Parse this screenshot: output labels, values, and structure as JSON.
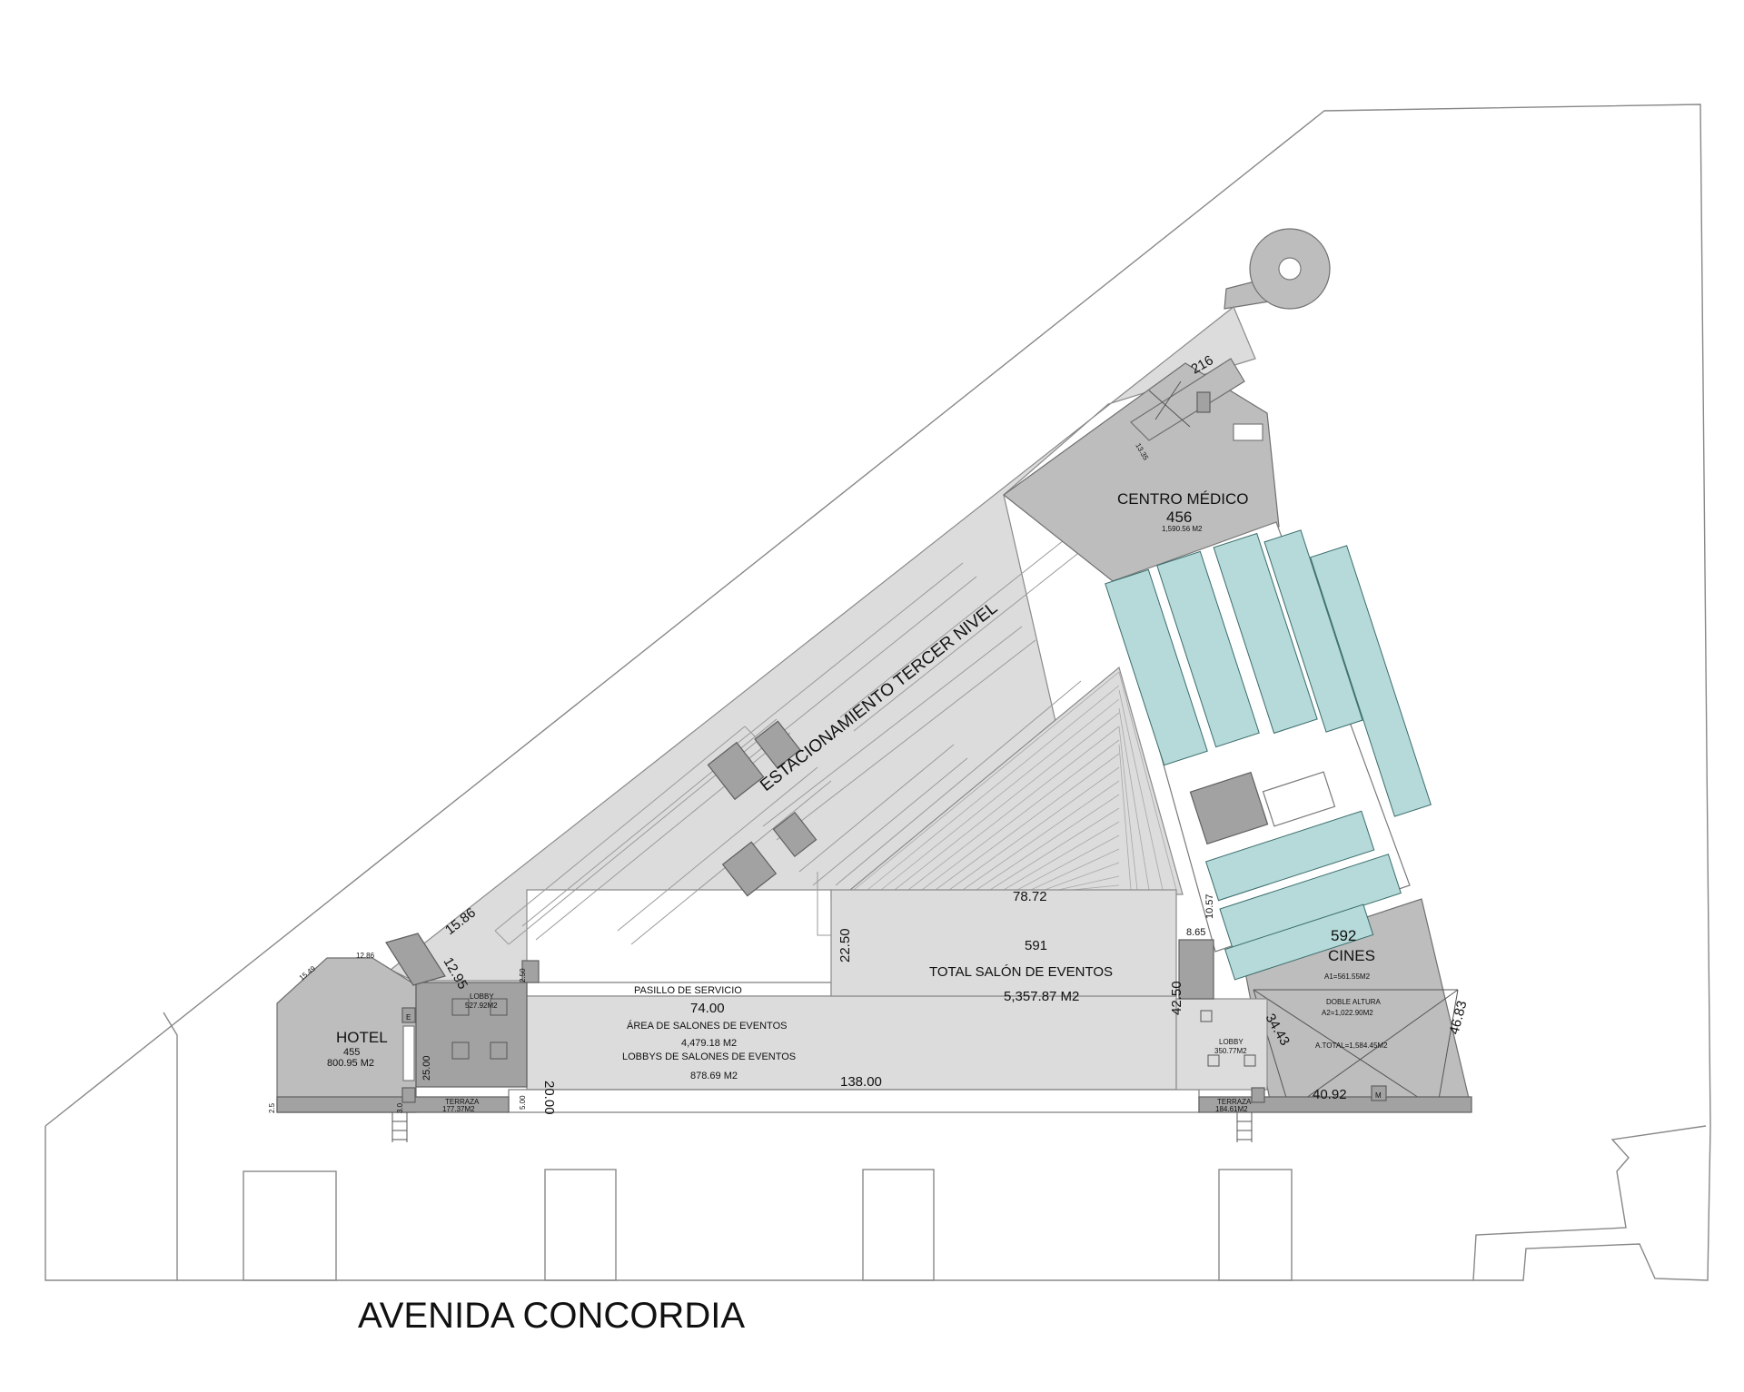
{
  "street": "AVENIDA CONCORDIA",
  "parking": {
    "label": "ESTACIONAMIENTO TERCER NIVEL"
  },
  "medical": {
    "name": "CENTRO MÉDICO",
    "number": "456",
    "area": "1,590.56 M2"
  },
  "unit216": {
    "number": "216"
  },
  "events": {
    "number": "591",
    "title": "TOTAL SALÓN DE EVENTOS",
    "area": "5,357.87 M2",
    "service_corridor": "PASILLO DE SERVICIO",
    "halls_label": "ÁREA DE SALONES DE EVENTOS",
    "halls_area": "4,479.18 M2",
    "lobbies_label": "LOBBYS DE SALONES DE EVENTOS",
    "lobbies_area": "878.69 M2"
  },
  "hotel": {
    "name": "HOTEL",
    "number": "455",
    "area": "800.95 M2",
    "lobby_label": "LOBBY",
    "lobby_area": "527.92M2",
    "terrace_label": "TERRAZA",
    "terrace_area": "177.37M2"
  },
  "cinema": {
    "number": "592",
    "name": "CINES",
    "a1": "A1=561.55M2",
    "double_height": "DOBLE ALTURA",
    "a2": "A2=1,022.90M2",
    "total": "A.TOTAL=1,584.45M2",
    "lobby_label": "LOBBY",
    "lobby_area": "350.77M2",
    "terrace_label": "TERRAZA",
    "terrace_area": "184.61M2"
  },
  "symbols": {
    "elevator": "E",
    "stair": "M"
  },
  "dimensions": {
    "d78_72": "78.72",
    "d74_00": "74.00",
    "d138_00": "138.00",
    "d22_50": "22.50",
    "d20_00": "20.00",
    "d42_50": "42.50",
    "d10_57": "10.57",
    "d8_65": "8.65",
    "d15_86": "15.86",
    "d12_95": "12.95",
    "d25_00": "25.00",
    "d3_0": "3.0",
    "d46_83": "46.83",
    "d34_43": "34.43",
    "d40_92": "40.92",
    "d13_35": "13.35",
    "d12_86": "12.86",
    "d15_49": "15.49",
    "d2_5": "2.5",
    "d5_00": "5.00",
    "d2_50": "2.50"
  }
}
